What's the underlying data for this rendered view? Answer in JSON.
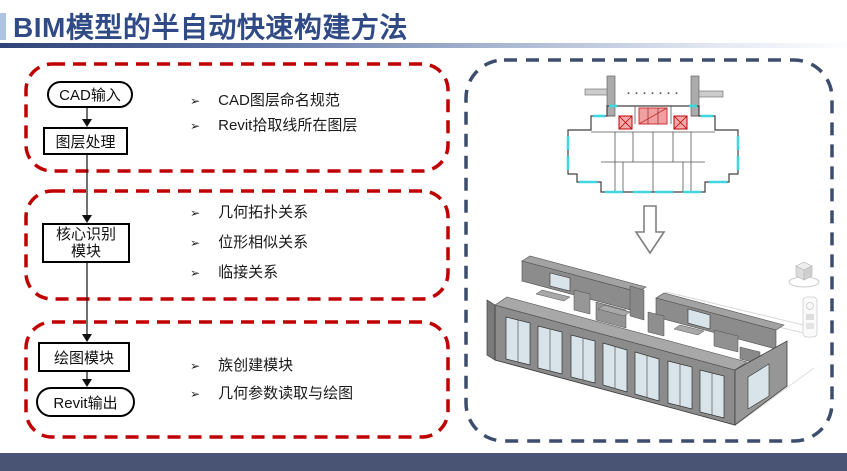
{
  "slide": {
    "title": "BIM模型的半自动快速构建方法"
  },
  "flowchart": {
    "bullet_char": "➢",
    "nodes": {
      "cad_input": "CAD输入",
      "layer_processing": "图层处理",
      "core_recognition": [
        "核心识别",
        "模块"
      ],
      "drawing_module": "绘图模块",
      "revit_output": "Revit输出"
    },
    "groups": [
      {
        "bullets": [
          "CAD图层命名规范",
          "Revit拾取线所在图层"
        ]
      },
      {
        "bullets": [
          "几何拓扑关系",
          "位形相似关系",
          "临接关系"
        ]
      },
      {
        "bullets": [
          "族创建模块",
          "几何参数读取与绘图"
        ]
      }
    ]
  },
  "right_panel": {
    "ellipsis": "·······"
  },
  "colors": {
    "title": "#2F4A85",
    "red_dashed_frame": "#C00000",
    "blue_dashed_frame": "#3D4D6E",
    "footer_bar": "#495474",
    "plan_window_cyan": "#3FD8E0",
    "plan_highlight_red": "#F0A0A0",
    "model_wall_gray": "#8C8C8C",
    "model_glass": "#D9E4EA"
  }
}
